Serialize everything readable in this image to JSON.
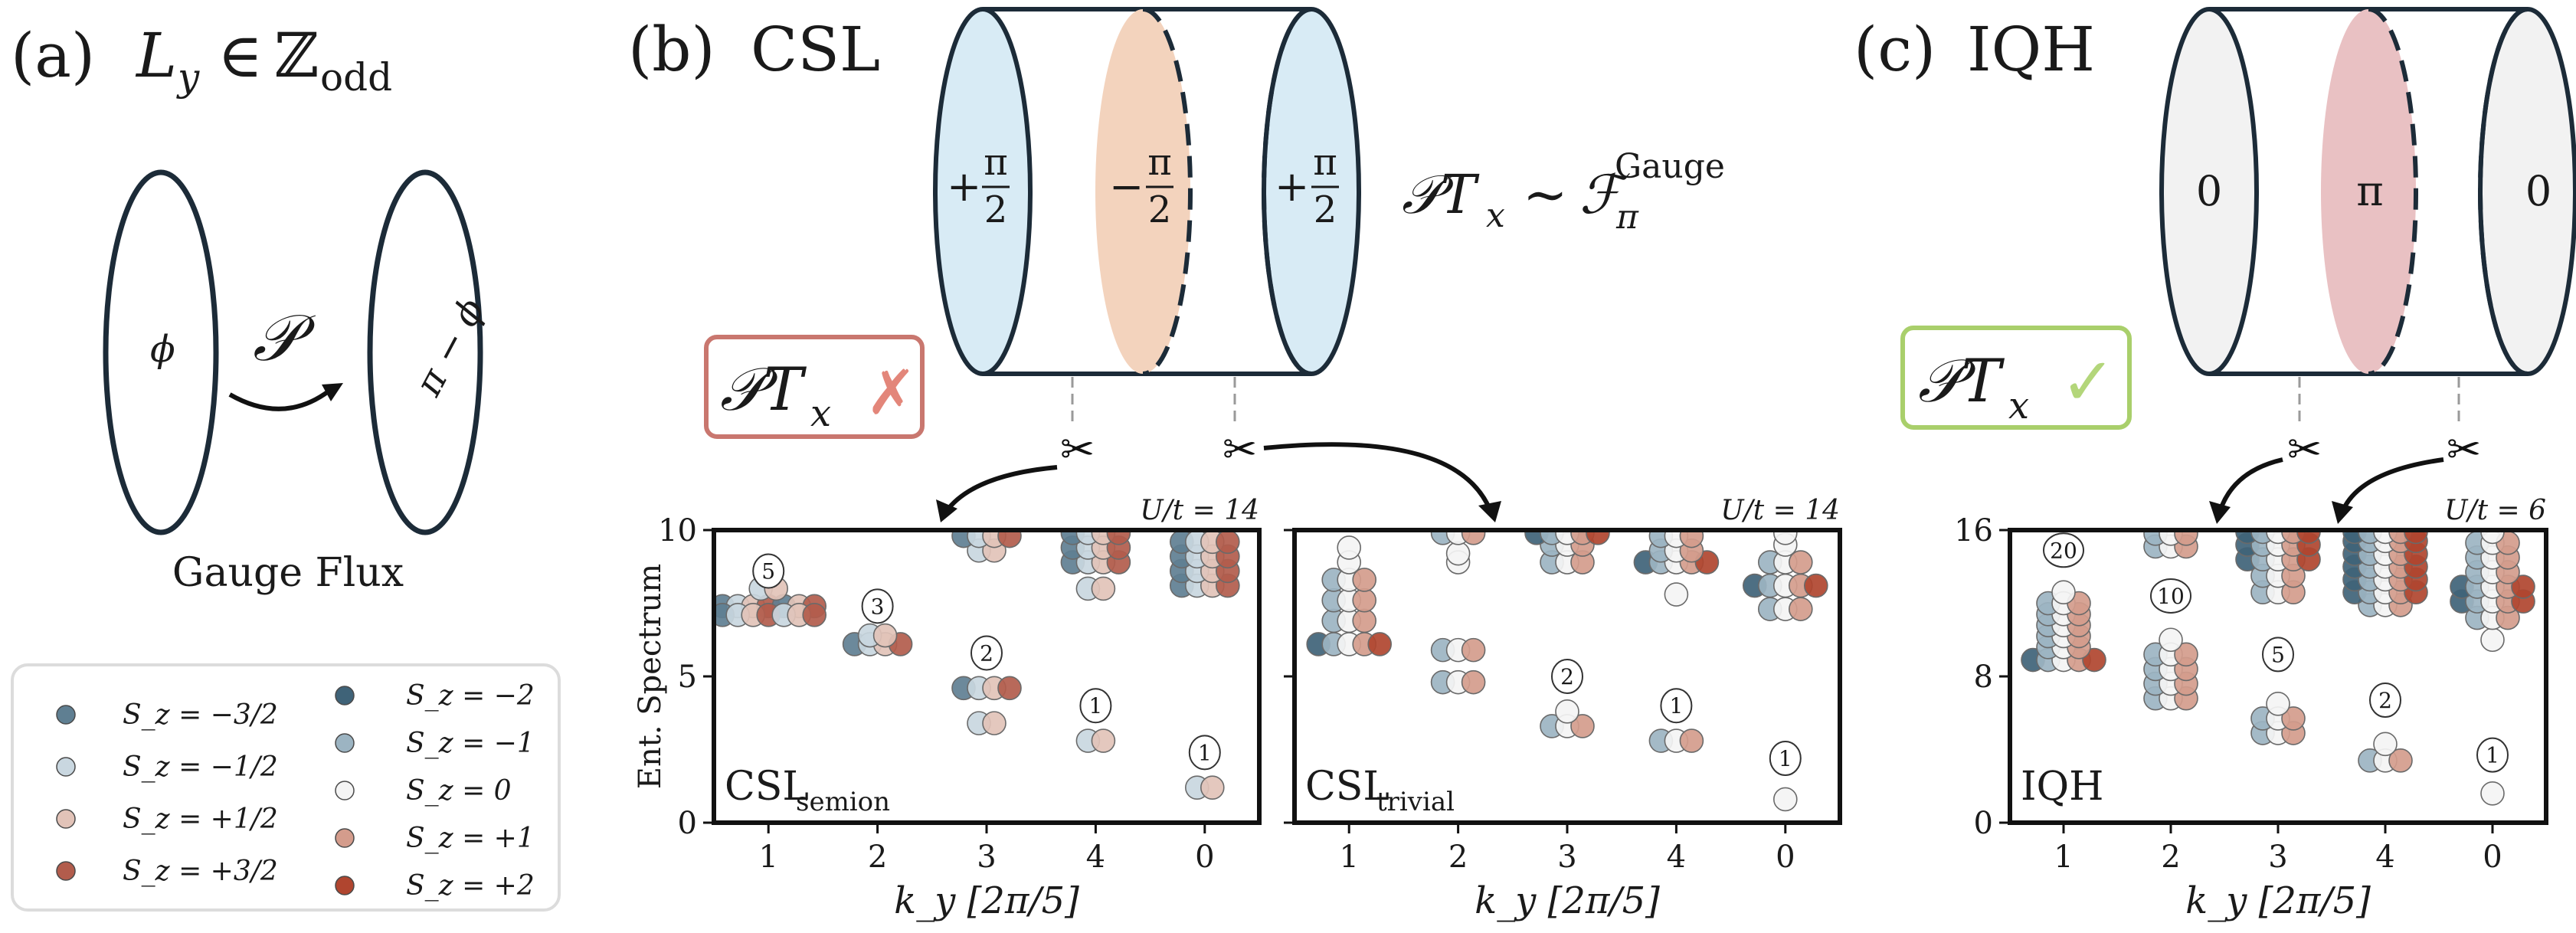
{
  "panel_a": {
    "title": "(a) L_y ∈ ℤ_odd",
    "letter": "(a)",
    "math_L": "L",
    "math_y": "y",
    "math_in": "∈",
    "math_Z": "ℤ",
    "math_odd": "odd",
    "phi": "ϕ",
    "pi_minus_phi": "π − ϕ",
    "operator": "𝒫",
    "caption": "Gauge Flux"
  },
  "panel_b": {
    "letter": "(b)",
    "name": "CSL",
    "fluxes": [
      {
        "sign": "+",
        "num": "π",
        "den": "2",
        "color": "#d8ebf5"
      },
      {
        "sign": "−",
        "num": "π",
        "den": "2",
        "color": "#f3d3bd"
      },
      {
        "sign": "+",
        "num": "π",
        "den": "2",
        "color": "#d8ebf5"
      }
    ],
    "symmetry_lhs": "𝒫T",
    "symmetry_sub": "x",
    "symmetry_rel": "∼",
    "symmetry_F": "ℱ",
    "symmetry_F_sub": "π",
    "symmetry_F_sup": "Gauge",
    "badge_text": "𝒫T",
    "badge_sub": "x",
    "badge_mark": "✗",
    "badge_color": "#c9776f"
  },
  "panel_c": {
    "letter": "(c)",
    "name": "IQH",
    "fluxes": [
      {
        "label": "0",
        "color": "#f2f2f2"
      },
      {
        "label": "π",
        "color": "#e9c1c3"
      },
      {
        "label": "0",
        "color": "#f2f2f2"
      }
    ],
    "badge_text": "𝒫T",
    "badge_sub": "x",
    "badge_mark": "✓",
    "badge_color": "#a9cf6b"
  },
  "legend": {
    "left": [
      {
        "label": "S_z = −3/2",
        "color": "#5f7f92"
      },
      {
        "label": "S_z = −1/2",
        "color": "#c9d7e0"
      },
      {
        "label": "S_z = +1/2",
        "color": "#e2c3b8"
      },
      {
        "label": "S_z = +3/2",
        "color": "#b25c4c"
      }
    ],
    "right": [
      {
        "label": "S_z = −2",
        "color": "#3f6378"
      },
      {
        "label": "S_z = −1",
        "color": "#9cb4c2"
      },
      {
        "label": "S_z =  0",
        "color": "#f4f4f4"
      },
      {
        "label": "S_z = +1",
        "color": "#d49c8c"
      },
      {
        "label": "S_z = +2",
        "color": "#b0452f"
      }
    ]
  },
  "chart_data": [
    {
      "type": "scatter",
      "label": "CSL_semion",
      "label_main": "CSL",
      "label_sub": "semion",
      "param": "U/t = 14",
      "ylabel": "Ent. Spectrum",
      "xlabel": "k_y [2π/5]",
      "categories": [
        "1",
        "2",
        "3",
        "4",
        "0"
      ],
      "ylim": [
        0,
        10
      ],
      "yticks": [
        "0",
        "5",
        "10"
      ],
      "counts": [
        {
          "k": "1",
          "count": "5",
          "y": 8.6
        },
        {
          "k": "2",
          "count": "3",
          "y": 7.4
        },
        {
          "k": "3",
          "count": "2",
          "y": 5.8
        },
        {
          "k": "4",
          "count": "1",
          "y": 4.0
        },
        {
          "k": "0",
          "count": "1",
          "y": 2.4
        }
      ],
      "levels": [
        {
          "k": 0,
          "y": 7.4,
          "sz": [
            "-3/2",
            "-1/2",
            "+1/2",
            "+3/2",
            "-3/2",
            "+1/2",
            "+3/2"
          ]
        },
        {
          "k": 0,
          "y": 7.1,
          "sz": [
            "-3/2",
            "-1/2",
            "+1/2",
            "+3/2",
            "-1/2",
            "+1/2",
            "+3/2"
          ]
        },
        {
          "k": 0,
          "y": 8.0,
          "sz": [
            "-1/2",
            "+1/2"
          ]
        },
        {
          "k": 1,
          "y": 6.1,
          "sz": [
            "-3/2",
            "-1/2",
            "+1/2",
            "+3/2"
          ]
        },
        {
          "k": 1,
          "y": 6.4,
          "sz": [
            "-1/2",
            "+1/2"
          ]
        },
        {
          "k": 2,
          "y": 4.6,
          "sz": [
            "-3/2",
            "-1/2",
            "+1/2",
            "+3/2"
          ]
        },
        {
          "k": 2,
          "y": 3.4,
          "sz": [
            "-1/2",
            "+1/2"
          ]
        },
        {
          "k": 2,
          "y": 9.3,
          "sz": [
            "-1/2",
            "+1/2"
          ]
        },
        {
          "k": 2,
          "y": 9.8,
          "sz": [
            "-3/2",
            "-1/2",
            "+1/2",
            "+3/2"
          ]
        },
        {
          "k": 3,
          "y": 2.8,
          "sz": [
            "-1/2",
            "+1/2"
          ]
        },
        {
          "k": 3,
          "y": 8.0,
          "sz": [
            "-1/2",
            "+1/2"
          ]
        },
        {
          "k": 3,
          "y": 8.9,
          "sz": [
            "-3/2",
            "-1/2",
            "+1/2",
            "+3/2"
          ]
        },
        {
          "k": 3,
          "y": 9.4,
          "sz": [
            "-3/2",
            "-1/2",
            "+1/2",
            "+3/2"
          ]
        },
        {
          "k": 3,
          "y": 9.9,
          "sz": [
            "-3/2",
            "-1/2",
            "+1/2",
            "+3/2"
          ]
        },
        {
          "k": 4,
          "y": 1.2,
          "sz": [
            "-1/2",
            "+1/2"
          ]
        },
        {
          "k": 4,
          "y": 8.1,
          "sz": [
            "-3/2",
            "-1/2",
            "+1/2",
            "+3/2"
          ]
        },
        {
          "k": 4,
          "y": 8.6,
          "sz": [
            "-3/2",
            "-1/2",
            "+1/2",
            "+3/2"
          ]
        },
        {
          "k": 4,
          "y": 9.1,
          "sz": [
            "-3/2",
            "-1/2",
            "+1/2",
            "+3/2"
          ]
        },
        {
          "k": 4,
          "y": 9.6,
          "sz": [
            "-3/2",
            "-1/2",
            "+1/2",
            "+3/2"
          ]
        }
      ]
    },
    {
      "type": "scatter",
      "label": "CSL_trivial",
      "label_main": "CSL",
      "label_sub": "trivial",
      "param": "U/t = 14",
      "ylabel": "",
      "xlabel": "k_y [2π/5]",
      "categories": [
        "1",
        "2",
        "3",
        "4",
        "0"
      ],
      "ylim": [
        0,
        10
      ],
      "yticks": [],
      "counts": [
        {
          "k": "3",
          "count": "2",
          "y": 5.0
        },
        {
          "k": "4",
          "count": "1",
          "y": 4.0
        },
        {
          "k": "0",
          "count": "1",
          "y": 2.2
        }
      ],
      "levels": [
        {
          "k": 0,
          "y": 6.1,
          "sz": [
            "-2",
            "-1",
            "0",
            "+1",
            "+2"
          ]
        },
        {
          "k": 0,
          "y": 6.9,
          "sz": [
            "-1",
            "0",
            "+1"
          ]
        },
        {
          "k": 0,
          "y": 7.6,
          "sz": [
            "-1",
            "0",
            "+1"
          ]
        },
        {
          "k": 0,
          "y": 8.3,
          "sz": [
            "-1",
            "0",
            "+1"
          ]
        },
        {
          "k": 0,
          "y": 8.9,
          "sz": [
            "0"
          ]
        },
        {
          "k": 0,
          "y": 9.4,
          "sz": [
            "0"
          ]
        },
        {
          "k": 1,
          "y": 4.8,
          "sz": [
            "-1",
            "0",
            "+1"
          ]
        },
        {
          "k": 1,
          "y": 5.9,
          "sz": [
            "-1",
            "0",
            "+1"
          ]
        },
        {
          "k": 1,
          "y": 8.9,
          "sz": [
            "0"
          ]
        },
        {
          "k": 1,
          "y": 9.2,
          "sz": [
            "0"
          ]
        },
        {
          "k": 1,
          "y": 9.9,
          "sz": [
            "-1",
            "0",
            "+1"
          ]
        },
        {
          "k": 2,
          "y": 3.3,
          "sz": [
            "-1",
            "0",
            "+1"
          ]
        },
        {
          "k": 2,
          "y": 3.8,
          "sz": [
            "0"
          ]
        },
        {
          "k": 2,
          "y": 8.9,
          "sz": [
            "-1",
            "0",
            "+1"
          ]
        },
        {
          "k": 2,
          "y": 9.5,
          "sz": [
            "-1",
            "0",
            "+1"
          ]
        },
        {
          "k": 2,
          "y": 9.9,
          "sz": [
            "-2",
            "-1",
            "0",
            "+1",
            "+2"
          ]
        },
        {
          "k": 3,
          "y": 2.8,
          "sz": [
            "-1",
            "0",
            "+1"
          ]
        },
        {
          "k": 3,
          "y": 7.8,
          "sz": [
            "0"
          ]
        },
        {
          "k": 3,
          "y": 8.9,
          "sz": [
            "-2",
            "-1",
            "0",
            "+1",
            "+2"
          ]
        },
        {
          "k": 3,
          "y": 9.3,
          "sz": [
            "-1",
            "0",
            "+1"
          ]
        },
        {
          "k": 3,
          "y": 9.8,
          "sz": [
            "-1",
            "0",
            "+1"
          ]
        },
        {
          "k": 4,
          "y": 0.8,
          "sz": [
            "0"
          ]
        },
        {
          "k": 4,
          "y": 7.3,
          "sz": [
            "-1",
            "0",
            "+1"
          ]
        },
        {
          "k": 4,
          "y": 8.1,
          "sz": [
            "-2",
            "-1",
            "0",
            "+1",
            "+2"
          ]
        },
        {
          "k": 4,
          "y": 8.9,
          "sz": [
            "-1",
            "0",
            "+1"
          ]
        },
        {
          "k": 4,
          "y": 9.5,
          "sz": [
            "0"
          ]
        },
        {
          "k": 4,
          "y": 9.9,
          "sz": [
            "0"
          ]
        }
      ]
    },
    {
      "type": "scatter",
      "label": "IQH",
      "label_main": "IQH",
      "label_sub": "",
      "param": "U/t = 6",
      "ylabel": "",
      "xlabel": "k_y [2π/5]",
      "categories": [
        "1",
        "2",
        "3",
        "4",
        "0"
      ],
      "ylim": [
        0,
        16
      ],
      "yticks": [
        "0",
        "8",
        "16"
      ],
      "counts": [
        {
          "k": "1",
          "count": "20",
          "y": 14.9
        },
        {
          "k": "2",
          "count": "10",
          "y": 12.4
        },
        {
          "k": "3",
          "count": "5",
          "y": 9.2
        },
        {
          "k": "4",
          "count": "2",
          "y": 6.7
        },
        {
          "k": "0",
          "count": "1",
          "y": 3.7
        }
      ],
      "levels": [
        {
          "k": 0,
          "y": 8.9,
          "sz": [
            "-2",
            "-1",
            "0",
            "+1",
            "+2"
          ]
        },
        {
          "k": 0,
          "y": 9.6,
          "sz": [
            "-1",
            "0",
            "+1"
          ]
        },
        {
          "k": 0,
          "y": 10.2,
          "sz": [
            "-1",
            "0",
            "+1"
          ]
        },
        {
          "k": 0,
          "y": 10.8,
          "sz": [
            "-1",
            "0",
            "+1"
          ]
        },
        {
          "k": 0,
          "y": 11.4,
          "sz": [
            "-1",
            "0",
            "+1"
          ]
        },
        {
          "k": 0,
          "y": 12.0,
          "sz": [
            "-1",
            "0",
            "+1"
          ]
        },
        {
          "k": 0,
          "y": 12.6,
          "sz": [
            "0"
          ]
        },
        {
          "k": 1,
          "y": 6.8,
          "sz": [
            "-1",
            "0",
            "+1"
          ]
        },
        {
          "k": 1,
          "y": 7.6,
          "sz": [
            "-1",
            "0",
            "+1"
          ]
        },
        {
          "k": 1,
          "y": 8.4,
          "sz": [
            "-1",
            "0",
            "+1"
          ]
        },
        {
          "k": 1,
          "y": 9.2,
          "sz": [
            "-1",
            "0",
            "+1"
          ]
        },
        {
          "k": 1,
          "y": 10.0,
          "sz": [
            "0"
          ]
        },
        {
          "k": 1,
          "y": 15.1,
          "sz": [
            "-1",
            "0",
            "+1"
          ]
        },
        {
          "k": 1,
          "y": 15.8,
          "sz": [
            "-1",
            "0",
            "+1"
          ]
        },
        {
          "k": 2,
          "y": 4.9,
          "sz": [
            "-1",
            "0",
            "+1"
          ]
        },
        {
          "k": 2,
          "y": 5.7,
          "sz": [
            "-1",
            "0",
            "+1"
          ]
        },
        {
          "k": 2,
          "y": 6.5,
          "sz": [
            "0"
          ]
        },
        {
          "k": 2,
          "y": 12.6,
          "sz": [
            "-1",
            "0",
            "+1"
          ]
        },
        {
          "k": 2,
          "y": 13.5,
          "sz": [
            "-1",
            "0",
            "+1"
          ]
        },
        {
          "k": 2,
          "y": 14.4,
          "sz": [
            "-2",
            "-1",
            "0",
            "+1",
            "+2"
          ]
        },
        {
          "k": 2,
          "y": 15.2,
          "sz": [
            "-2",
            "-1",
            "0",
            "+1",
            "+2"
          ]
        },
        {
          "k": 2,
          "y": 15.9,
          "sz": [
            "-2",
            "-1",
            "0",
            "+1",
            "+2"
          ]
        },
        {
          "k": 3,
          "y": 3.4,
          "sz": [
            "-1",
            "0",
            "+1"
          ]
        },
        {
          "k": 3,
          "y": 4.3,
          "sz": [
            "0"
          ]
        },
        {
          "k": 3,
          "y": 11.9,
          "sz": [
            "-1",
            "0",
            "+1"
          ]
        },
        {
          "k": 3,
          "y": 12.6,
          "sz": [
            "-2",
            "-1",
            "0",
            "+1",
            "+2"
          ]
        },
        {
          "k": 3,
          "y": 13.3,
          "sz": [
            "-2",
            "-1",
            "0",
            "+1",
            "+2"
          ]
        },
        {
          "k": 3,
          "y": 14.0,
          "sz": [
            "-2",
            "-1",
            "0",
            "+1",
            "+2"
          ]
        },
        {
          "k": 3,
          "y": 14.7,
          "sz": [
            "-2",
            "-1",
            "0",
            "+1",
            "+2"
          ]
        },
        {
          "k": 3,
          "y": 15.4,
          "sz": [
            "-2",
            "-1",
            "0",
            "+1",
            "+2"
          ]
        },
        {
          "k": 3,
          "y": 15.9,
          "sz": [
            "-2",
            "-1",
            "0",
            "+1",
            "+2"
          ]
        },
        {
          "k": 4,
          "y": 1.6,
          "sz": [
            "0"
          ]
        },
        {
          "k": 4,
          "y": 10.0,
          "sz": [
            "0"
          ]
        },
        {
          "k": 4,
          "y": 11.2,
          "sz": [
            "-1",
            "0",
            "+1"
          ]
        },
        {
          "k": 4,
          "y": 12.1,
          "sz": [
            "-2",
            "-1",
            "0",
            "+1",
            "+2"
          ]
        },
        {
          "k": 4,
          "y": 12.9,
          "sz": [
            "-2",
            "-1",
            "0",
            "+1",
            "+2"
          ]
        },
        {
          "k": 4,
          "y": 13.7,
          "sz": [
            "-1",
            "0",
            "+1"
          ]
        },
        {
          "k": 4,
          "y": 14.5,
          "sz": [
            "-1",
            "0",
            "+1"
          ]
        },
        {
          "k": 4,
          "y": 15.3,
          "sz": [
            "-1",
            "0",
            "+1"
          ]
        },
        {
          "k": 4,
          "y": 15.9,
          "sz": [
            "0"
          ]
        }
      ]
    }
  ],
  "sz_colors": {
    "-2": "#3f6378",
    "-3/2": "#5f7f92",
    "-1": "#9cb4c2",
    "-1/2": "#c9d7e0",
    "0": "#f4f4f4",
    "+1/2": "#e2c3b8",
    "+1": "#d49c8c",
    "+3/2": "#b25c4c",
    "+2": "#b0452f"
  }
}
